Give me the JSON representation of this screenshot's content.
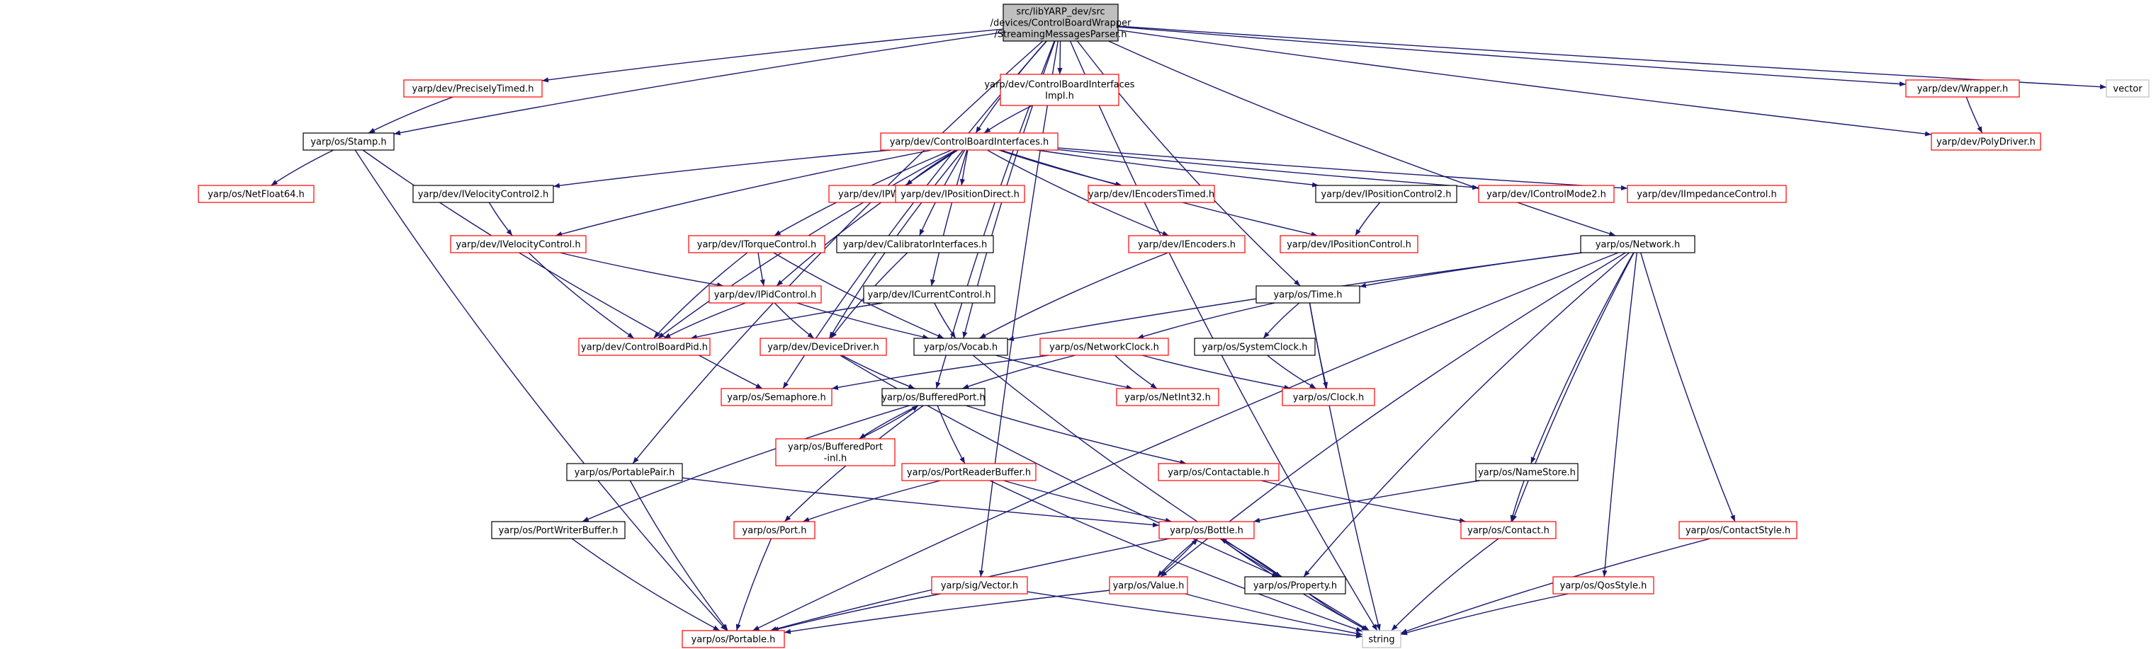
{
  "diagram": {
    "colors": {
      "edge": "#191970",
      "border_resolved": "#000000",
      "border_unresolved": "#ff0000",
      "root_fill": "#bfbfbf",
      "node_fill": "#ffffff",
      "gray_border": "#bfbfbf"
    },
    "nodes": [
      {
        "id": "root",
        "label": "src/libYARP_dev/src\n/devices/ControlBoardWrapper\n/StreamingMessagesParser.h",
        "style": "root"
      },
      {
        "id": "preciselytimed",
        "label": "yarp/dev/PreciselyTimed.h",
        "style": "red"
      },
      {
        "id": "cbiimpl",
        "label": "yarp/dev/ControlBoardInterfaces\nImpl.h",
        "style": "red"
      },
      {
        "id": "wrapper",
        "label": "yarp/dev/Wrapper.h",
        "style": "red"
      },
      {
        "id": "vector",
        "label": "vector",
        "style": "gray"
      },
      {
        "id": "polydriver",
        "label": "yarp/dev/PolyDriver.h",
        "style": "red"
      },
      {
        "id": "stamp",
        "label": "yarp/os/Stamp.h",
        "style": "black"
      },
      {
        "id": "cbi",
        "label": "yarp/dev/ControlBoardInterfaces.h",
        "style": "red"
      },
      {
        "id": "netfloat64",
        "label": "yarp/os/NetFloat64.h",
        "style": "red"
      },
      {
        "id": "ivelctrl2",
        "label": "yarp/dev/IVelocityControl2.h",
        "style": "black"
      },
      {
        "id": "ipwm",
        "label": "yarp/dev/IPWMControl.h",
        "style": "red"
      },
      {
        "id": "iposdirect",
        "label": "yarp/dev/IPositionDirect.h",
        "style": "red"
      },
      {
        "id": "ienctimed",
        "label": "yarp/dev/IEncodersTimed.h",
        "style": "red"
      },
      {
        "id": "iposctrl2",
        "label": "yarp/dev/IPositionControl2.h",
        "style": "black"
      },
      {
        "id": "icontrolmode2",
        "label": "yarp/dev/IControlMode2.h",
        "style": "red"
      },
      {
        "id": "iimpedance",
        "label": "yarp/dev/IImpedanceControl.h",
        "style": "red"
      },
      {
        "id": "ivelctrl",
        "label": "yarp/dev/IVelocityControl.h",
        "style": "red"
      },
      {
        "id": "itorque",
        "label": "yarp/dev/ITorqueControl.h",
        "style": "red"
      },
      {
        "id": "calib",
        "label": "yarp/dev/CalibratorInterfaces.h",
        "style": "black"
      },
      {
        "id": "iencoders",
        "label": "yarp/dev/IEncoders.h",
        "style": "red"
      },
      {
        "id": "iposctrl",
        "label": "yarp/dev/IPositionControl.h",
        "style": "red"
      },
      {
        "id": "network",
        "label": "yarp/os/Network.h",
        "style": "black"
      },
      {
        "id": "ipid",
        "label": "yarp/dev/IPidControl.h",
        "style": "red"
      },
      {
        "id": "icurrent",
        "label": "yarp/dev/ICurrentControl.h",
        "style": "black"
      },
      {
        "id": "time",
        "label": "yarp/os/Time.h",
        "style": "black"
      },
      {
        "id": "cbpid",
        "label": "yarp/dev/ControlBoardPid.h",
        "style": "red"
      },
      {
        "id": "devicedriver",
        "label": "yarp/dev/DeviceDriver.h",
        "style": "red"
      },
      {
        "id": "vocab",
        "label": "yarp/os/Vocab.h",
        "style": "black"
      },
      {
        "id": "netclock",
        "label": "yarp/os/NetworkClock.h",
        "style": "red"
      },
      {
        "id": "sysclock",
        "label": "yarp/os/SystemClock.h",
        "style": "black"
      },
      {
        "id": "semaphore",
        "label": "yarp/os/Semaphore.h",
        "style": "red"
      },
      {
        "id": "bufport",
        "label": "yarp/os/BufferedPort.h",
        "style": "black"
      },
      {
        "id": "netint32",
        "label": "yarp/os/NetInt32.h",
        "style": "red"
      },
      {
        "id": "clock",
        "label": "yarp/os/Clock.h",
        "style": "red"
      },
      {
        "id": "bufportinl",
        "label": "yarp/os/BufferedPort\n-inl.h",
        "style": "red"
      },
      {
        "id": "portpair",
        "label": "yarp/os/PortablePair.h",
        "style": "black"
      },
      {
        "id": "portreaderbuf",
        "label": "yarp/os/PortReaderBuffer.h",
        "style": "red"
      },
      {
        "id": "contactable",
        "label": "yarp/os/Contactable.h",
        "style": "red"
      },
      {
        "id": "namestore",
        "label": "yarp/os/NameStore.h",
        "style": "black"
      },
      {
        "id": "portwriterbuf",
        "label": "yarp/os/PortWriterBuffer.h",
        "style": "black"
      },
      {
        "id": "port",
        "label": "yarp/os/Port.h",
        "style": "red"
      },
      {
        "id": "bottle",
        "label": "yarp/os/Bottle.h",
        "style": "red"
      },
      {
        "id": "contact",
        "label": "yarp/os/Contact.h",
        "style": "red"
      },
      {
        "id": "contactstyle",
        "label": "yarp/os/ContactStyle.h",
        "style": "red"
      },
      {
        "id": "sigvector",
        "label": "yarp/sig/Vector.h",
        "style": "red"
      },
      {
        "id": "value",
        "label": "yarp/os/Value.h",
        "style": "red"
      },
      {
        "id": "property",
        "label": "yarp/os/Property.h",
        "style": "black"
      },
      {
        "id": "qosstyle",
        "label": "yarp/os/QosStyle.h",
        "style": "red"
      },
      {
        "id": "portable",
        "label": "yarp/os/Portable.h",
        "style": "red"
      },
      {
        "id": "string",
        "label": "string",
        "style": "gray"
      }
    ],
    "edges": [
      [
        "root",
        "preciselytimed"
      ],
      [
        "root",
        "cbiimpl"
      ],
      [
        "root",
        "cbi"
      ],
      [
        "root",
        "wrapper"
      ],
      [
        "root",
        "vector"
      ],
      [
        "root",
        "polydriver"
      ],
      [
        "root",
        "stamp"
      ],
      [
        "root",
        "network"
      ],
      [
        "root",
        "time"
      ],
      [
        "root",
        "vocab"
      ],
      [
        "root",
        "string"
      ],
      [
        "root",
        "portpair"
      ],
      [
        "root",
        "semaphore"
      ],
      [
        "root",
        "bufport"
      ],
      [
        "root",
        "sigvector"
      ],
      [
        "preciselytimed",
        "stamp"
      ],
      [
        "cbiimpl",
        "cbi"
      ],
      [
        "wrapper",
        "polydriver"
      ],
      [
        "stamp",
        "netfloat64"
      ],
      [
        "stamp",
        "portable"
      ],
      [
        "stamp",
        "semaphore"
      ],
      [
        "cbi",
        "ivelctrl2"
      ],
      [
        "cbi",
        "ipwm"
      ],
      [
        "cbi",
        "iposdirect"
      ],
      [
        "cbi",
        "iencoders"
      ],
      [
        "cbi",
        "iposctrl2"
      ],
      [
        "cbi",
        "icontrolmode2"
      ],
      [
        "cbi",
        "iimpedance"
      ],
      [
        "cbi",
        "iposctrl"
      ],
      [
        "cbi",
        "iencoders"
      ],
      [
        "cbi",
        "iencoders"
      ],
      [
        "cbi",
        "itorque"
      ],
      [
        "cbi",
        "calib"
      ],
      [
        "cbi",
        "icurrent"
      ],
      [
        "cbi",
        "ipid"
      ],
      [
        "cbi",
        "cbpid"
      ],
      [
        "cbi",
        "devicedriver"
      ],
      [
        "cbi",
        "ivelctrl"
      ],
      [
        "ivelctrl2",
        "ivelctrl"
      ],
      [
        "iposctrl2",
        "iposctrl"
      ],
      [
        "iencoders",
        "vocab"
      ],
      [
        "ivelctrl",
        "ipid"
      ],
      [
        "ivelctrl",
        "cbpid"
      ],
      [
        "itorque",
        "ipid"
      ],
      [
        "itorque",
        "cbpid"
      ],
      [
        "itorque",
        "vocab"
      ],
      [
        "calib",
        "devicedriver"
      ],
      [
        "ipid",
        "cbpid"
      ],
      [
        "ipid",
        "devicedriver"
      ],
      [
        "ipid",
        "vocab"
      ],
      [
        "icurrent",
        "cbpid"
      ],
      [
        "icurrent",
        "vocab"
      ],
      [
        "network",
        "time"
      ],
      [
        "network",
        "vocab"
      ],
      [
        "network",
        "namestore"
      ],
      [
        "network",
        "contact"
      ],
      [
        "network",
        "contactstyle"
      ],
      [
        "network",
        "qosstyle"
      ],
      [
        "network",
        "property"
      ],
      [
        "network",
        "value"
      ],
      [
        "network",
        "portable"
      ],
      [
        "time",
        "netclock"
      ],
      [
        "time",
        "sysclock"
      ],
      [
        "time",
        "clock"
      ],
      [
        "time",
        "string"
      ],
      [
        "devicedriver",
        "bufport"
      ],
      [
        "devicedriver",
        "property"
      ],
      [
        "vocab",
        "netint32"
      ],
      [
        "vocab",
        "string"
      ],
      [
        "netclock",
        "semaphore"
      ],
      [
        "netclock",
        "netint32"
      ],
      [
        "netclock",
        "clock"
      ],
      [
        "netclock",
        "bufport"
      ],
      [
        "sysclock",
        "clock"
      ],
      [
        "bufport",
        "bufportinl"
      ],
      [
        "bufport",
        "portreaderbuf"
      ],
      [
        "bufport",
        "contactable"
      ],
      [
        "bufport",
        "port"
      ],
      [
        "bufport",
        "portwriterbuf"
      ],
      [
        "bufportinl",
        "bufport"
      ],
      [
        "portpair",
        "portable"
      ],
      [
        "portpair",
        "bottle"
      ],
      [
        "portreaderbuf",
        "bottle"
      ],
      [
        "portreaderbuf",
        "port"
      ],
      [
        "portreaderbuf",
        "string"
      ],
      [
        "contactable",
        "contact"
      ],
      [
        "namestore",
        "contact"
      ],
      [
        "namestore",
        "bottle"
      ],
      [
        "portwriterbuf",
        "portable"
      ],
      [
        "port",
        "portable"
      ],
      [
        "bottle",
        "value"
      ],
      [
        "bottle",
        "property"
      ],
      [
        "bottle",
        "portable"
      ],
      [
        "bottle",
        "string"
      ],
      [
        "value",
        "bottle"
      ],
      [
        "value",
        "portable"
      ],
      [
        "value",
        "string"
      ],
      [
        "property",
        "bottle"
      ],
      [
        "property",
        "string"
      ],
      [
        "contact",
        "string"
      ],
      [
        "contactstyle",
        "string"
      ],
      [
        "qosstyle",
        "string"
      ],
      [
        "sigvector",
        "portable"
      ],
      [
        "sigvector",
        "string"
      ]
    ]
  }
}
